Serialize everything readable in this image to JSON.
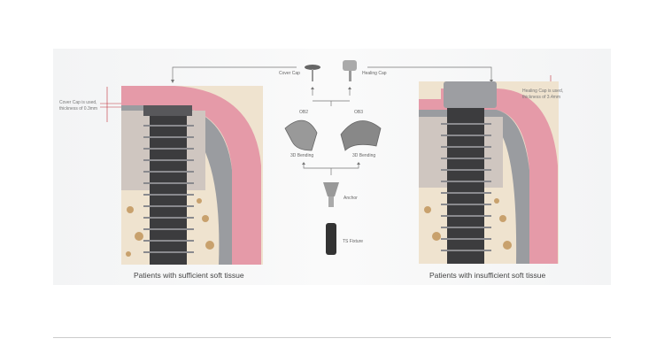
{
  "left": {
    "caption": "Patients with sufficient soft tissue",
    "note_line1": "Cover Cap is used,",
    "note_line2": "thickness of 0.3mm"
  },
  "right": {
    "caption": "Patients with insufficient soft tissue",
    "note_line1": "Healing Cap is used,",
    "note_line2": "thickness of 3.4mm"
  },
  "components": {
    "cover_cap": "Cover Cap",
    "healing_cap": "Healing Cap",
    "ob2": "OB2",
    "ob3": "OB3",
    "bend1": "3D Bending",
    "bend2": "3D Bending",
    "anchor": "Anchor",
    "fixture": "TS Fixture"
  },
  "colors": {
    "gum": "#e59aa8",
    "bone": "#efe3cf",
    "implant": "#3c3c3e",
    "accent": "#c0303a"
  }
}
